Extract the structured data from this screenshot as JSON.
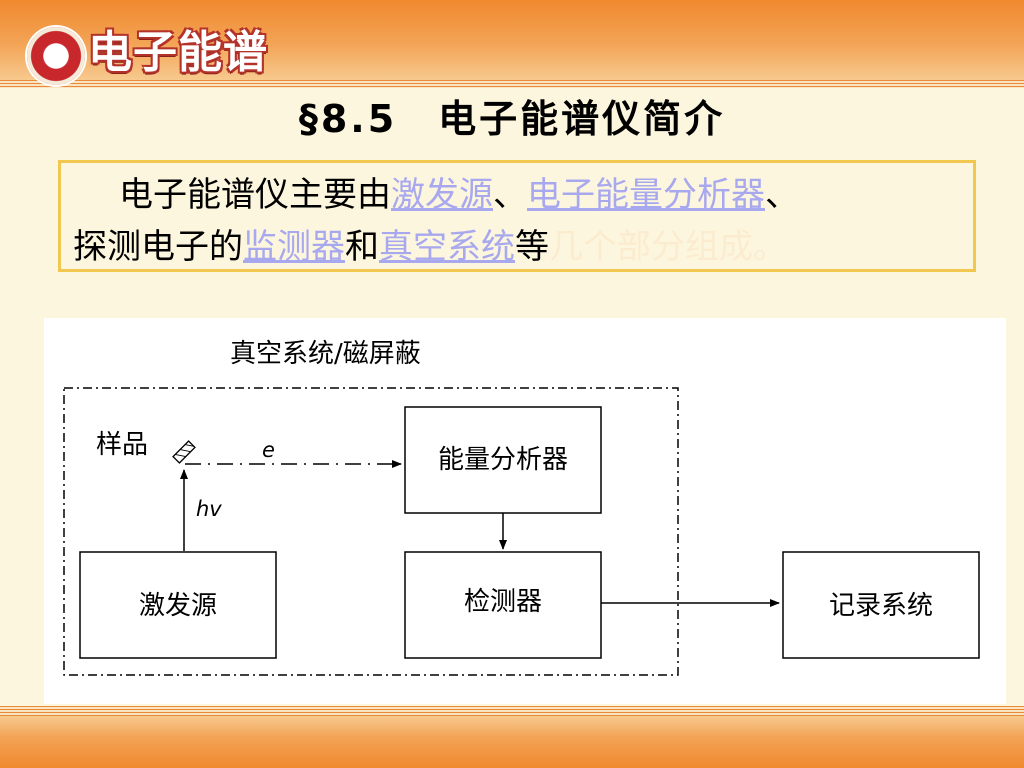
{
  "header": {
    "logo_text": "电子能谱",
    "title": "§8.5　电子能谱仪简介"
  },
  "intro": {
    "seg1": "电子能谱仪主要由",
    "link1": "激发源",
    "sep1": "、",
    "link2": "电子能量分析器",
    "sep2": "、",
    "seg2": "探测电子的",
    "link3": "监测器",
    "seg3": "和",
    "link4": "真空系统",
    "seg4": "等",
    "faded": "几个部分组成。"
  },
  "diagram": {
    "enclosure_label": "真空系统/磁屏蔽",
    "sample_label": "样品",
    "electron_label": "e",
    "photon_label": "hv",
    "analyzer_label": "能量分析器",
    "source_label": "激发源",
    "detector_label": "检测器",
    "recorder_label": "记录系统"
  },
  "colors": {
    "header_orange": "#f0892f",
    "link_color": "#a8a8ef",
    "box_border": "#f2c74f",
    "slide_background": "#fdf6de"
  }
}
